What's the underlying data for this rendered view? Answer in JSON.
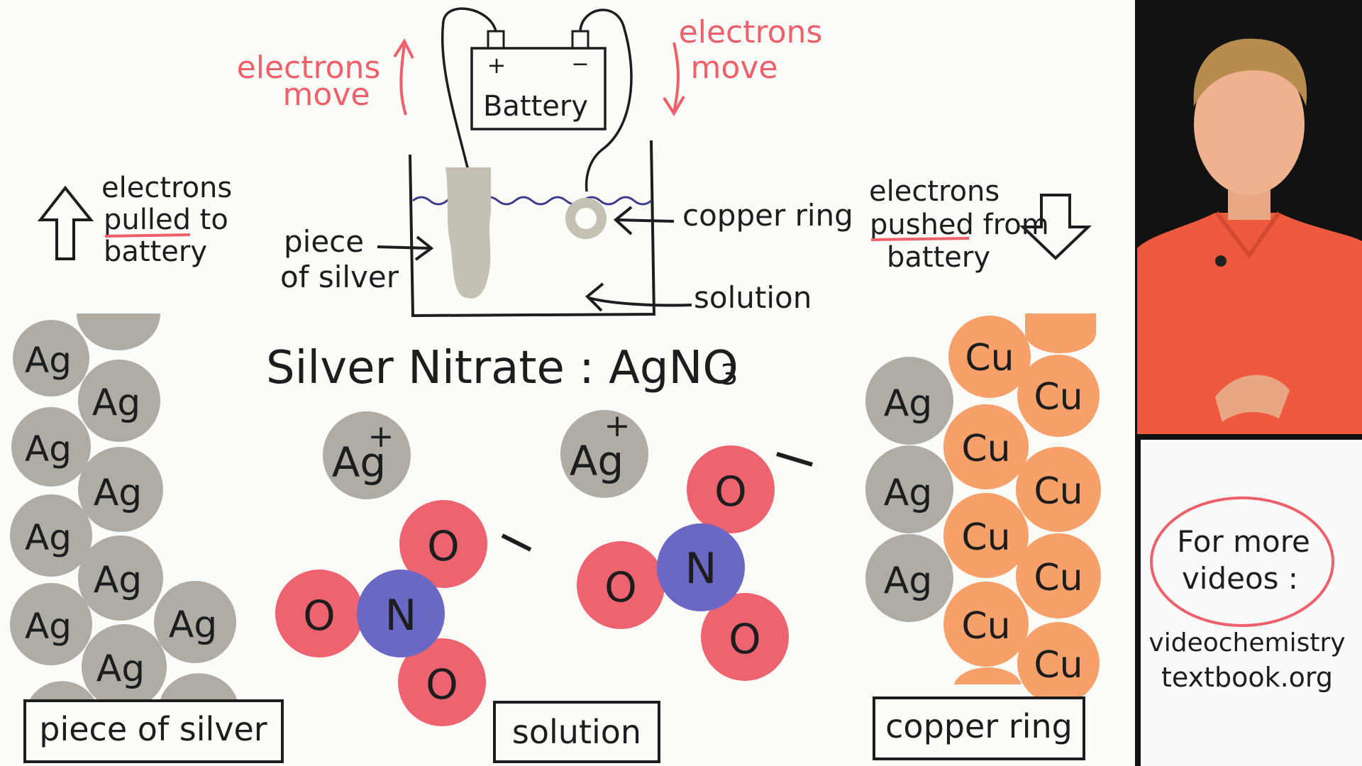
{
  "colors": {
    "board": "#fbfbf8",
    "ink": "#1d1d1d",
    "red_ink": "#f0606a",
    "silver_atom": "#aeaca4",
    "copper_atom": "#f7a06a",
    "oxygen_atom": "#ee6370",
    "nitrogen_atom": "#6b67c4",
    "water_line": "#403a8c"
  },
  "battery": {
    "label": "Battery",
    "plus": "+",
    "minus": "−"
  },
  "labels": {
    "electrons_move_left": [
      "electrons",
      "move"
    ],
    "electrons_move_right": [
      "electrons",
      "move"
    ],
    "electrons_pulled": [
      "electrons",
      "pulled to",
      "battery"
    ],
    "electrons_pushed": [
      "electrons",
      "pushed from",
      "battery"
    ],
    "piece_of_silver": [
      "piece",
      "of silver"
    ],
    "copper_ring": "copper ring",
    "solution": "solution",
    "silver_nitrate": "Silver Nitrate : AgNO",
    "subscript": "3"
  },
  "atoms": {
    "silver": "Ag",
    "silver_ion": "Ag",
    "plus": "+",
    "copper": "Cu",
    "oxygen": "O",
    "nitrogen": "N",
    "minus": "−"
  },
  "boxes": {
    "left": "piece of silver",
    "middle": "solution",
    "right": "copper ring"
  },
  "promo": {
    "lines": [
      "For more",
      "videos :"
    ],
    "url": [
      "videochemistry",
      "textbook.org"
    ]
  }
}
